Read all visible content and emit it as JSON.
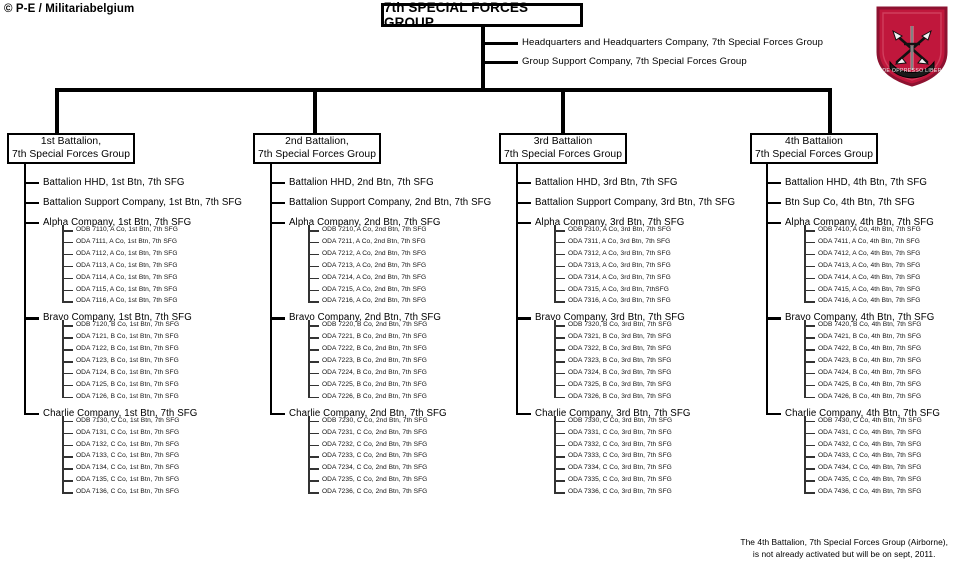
{
  "credit": "© P-E / Militariabelgium",
  "title": "7th SPECIAL FORCES GROUP",
  "group_units": [
    "Headquarters and Headquarters Company,  7th Special Forces Group",
    "Group Support Company,  7th Special Forces Group"
  ],
  "footnote": {
    "line1": "The 4th Battalion, 7th Special Forces Group (Airborne),",
    "line2": "is not already activated but will be on sept, 2011."
  },
  "insignia": {
    "name": "7th-special-forces-group-insignia",
    "shield_color": "#c0173c",
    "border_color": "#8d1230",
    "motto": "DE OPPRESSO LIBER"
  },
  "columns": [
    {
      "header_line1": "1st Battalion,",
      "header_line2": "7th Special Forces Group",
      "units": [
        {
          "label": "Battalion HHD, 1st Btn, 7th SFG",
          "detachments": []
        },
        {
          "label": "Battalion  Support Company, 1st Btn, 7th SFG",
          "detachments": []
        },
        {
          "label": "Alpha Company, 1st Btn, 7th SFG",
          "detachments": [
            "ODB 7110, A Co, 1st Btn, 7th SFG",
            "ODA 7111, A Co, 1st Btn, 7th SFG",
            "ODA 7112, A Co, 1st Btn, 7th SFG",
            "ODA 7113, A Co, 1st Btn, 7th SFG",
            "ODA 7114, A Co, 1st Btn, 7th SFG",
            "ODA 7115, A Co, 1st Btn, 7th SFG",
            "ODA 7116, A Co, 1st Btn, 7th SFG"
          ]
        },
        {
          "label": "Bravo Company, 1st Btn, 7th SFG",
          "detachments": [
            "ODB 7120, B Co, 1st Btn, 7th SFG",
            "ODA 7121, B Co, 1st Btn, 7th SFG",
            "ODA 7122, B Co, 1st Btn, 7th SFG",
            "ODA 7123, B Co, 1st Btn, 7th SFG",
            "ODA 7124, B Co, 1st Btn, 7th SFG",
            "ODA 7125, B Co, 1st Btn, 7th SFG",
            "ODA 7126, B Co, 1st Btn, 7th SFG"
          ]
        },
        {
          "label": "Charlie Company, 1st Btn, 7th SFG",
          "detachments": [
            "ODB 7130, C Co, 1st Btn, 7th SFG",
            "ODA 7131, C Co, 1st Btn, 7th SFG",
            "ODA 7132, C Co, 1st Btn, 7th SFG",
            "ODA 7133, C Co, 1st Btn, 7th SFG",
            "ODA 7134, C Co, 1st Btn, 7th SFG",
            "ODA 7135, C Co, 1st Btn, 7th SFG",
            "ODA 7136, C Co, 1st Btn, 7th SFG"
          ]
        }
      ]
    },
    {
      "header_line1": "2nd Battalion,",
      "header_line2": "7th Special Forces Group",
      "units": [
        {
          "label": "Battalion HHD, 2nd Btn, 7th SFG",
          "detachments": []
        },
        {
          "label": "Battalion  Support Company, 2nd Btn, 7th SFG",
          "detachments": []
        },
        {
          "label": "Alpha Company, 2nd Btn, 7th SFG",
          "detachments": [
            "ODB 7210, A Co, 2nd Btn, 7th SFG",
            "ODA 7211, A Co, 2nd Btn, 7th SFG",
            "ODA 7212, A Co, 2nd Btn, 7th SFG",
            "ODA 7213, A Co, 2nd Btn, 7th SFG",
            "ODA 7214, A Co, 2nd Btn, 7th SFG",
            "ODA 7215, A Co, 2nd Btn, 7th SFG",
            "ODA 7216, A Co, 2nd Btn, 7th SFG"
          ]
        },
        {
          "label": "Bravo Company, 2nd Btn, 7th SFG",
          "detachments": [
            "ODB 7220, B Co, 2nd Btn, 7th SFG",
            "ODA 7221, B Co, 2nd Btn, 7th SFG",
            "ODA 7222, B Co, 2nd Btn, 7th SFG",
            "ODA 7223, B Co, 2nd Btn, 7th SFG",
            "ODA 7224, B Co, 2nd Btn, 7th SFG",
            "ODA 7225, B Co, 2nd Btn, 7th SFG",
            "ODA 7226, B Co, 2nd Btn, 7th SFG"
          ]
        },
        {
          "label": "Charlie Company, 2nd Btn, 7th SFG",
          "detachments": [
            "ODB 7230, C Co, 2nd Btn, 7th SFG",
            "ODA 7231, C Co, 2nd Btn, 7th SFG",
            "ODA 7232, C Co, 2nd Btn, 7th SFG",
            "ODA 7233, C Co, 2nd Btn, 7th SFG",
            "ODA 7234, C Co, 2nd Btn, 7th SFG",
            "ODA 7235, C Co, 2nd Btn, 7th SFG",
            "ODA 7236, C Co, 2nd Btn, 7th SFG"
          ]
        }
      ]
    },
    {
      "header_line1": "3rd Battalion",
      "header_line2": "7th Special Forces Group",
      "units": [
        {
          "label": "Battalion HHD, 3rd Btn, 7th SFG",
          "detachments": []
        },
        {
          "label": "Battalion  Support Company, 3rd Btn,  7th SFG",
          "detachments": []
        },
        {
          "label": "Alpha Company, 3rd Btn, 7th SFG",
          "detachments": [
            "ODB 7310, A Co, 3rd Btn, 7th SFG",
            "ODA 7311, A Co, 3rd Btn, 7th SFG",
            "ODA 7312, A Co, 3rd Btn, 7th SFG",
            "ODA 7313, A Co, 3rd Btn, 7th SFG",
            "ODA 7314, A Co, 3rd Btn, 7th SFG",
            "ODA 7315, A Co, 3rd Btn, 7thSFG",
            "ODA 7316, A Co, 3rd Btn, 7th SFG"
          ]
        },
        {
          "label": "Bravo Company, 3rd Btn, 7th SFG",
          "detachments": [
            "ODB 7320, B Co, 3rd Btn, 7th SFG",
            "ODA 7321, B Co, 3rd Btn, 7th SFG",
            "ODA 7322, B Co, 3rd Btn, 7th SFG",
            "ODA 7323, B Co, 3rd Btn, 7th SFG",
            "ODA 7324, B Co, 3rd Btn, 7th SFG",
            "ODA 7325, B Co, 3rd Btn, 7th SFG",
            "ODA 7326, B Co, 3rd Btn, 7th SFG"
          ]
        },
        {
          "label": "Charlie Company, 3rd Btn, 7th SFG",
          "detachments": [
            "ODB 7330, C Co, 3rd Btn, 7th SFG",
            "ODA 7331, C Co, 3rd Btn, 7th SFG",
            "ODA 7332, C Co, 3rd Btn, 7th SFG",
            "ODA 7333, C Co, 3rd Btn, 7th SFG",
            "ODA 7334, C Co, 3rd Btn, 7th SFG",
            "ODA 7335, C Co, 3rd Btn, 7th SFG",
            "ODA 7336, C Co, 3rd Btn, 7th SFG"
          ]
        }
      ]
    },
    {
      "header_line1": "4th Battalion",
      "header_line2": "7th Special Forces Group",
      "units": [
        {
          "label": "Battalion HHD, 4th Btn, 7th SFG",
          "detachments": []
        },
        {
          "label": "Btn  Sup Co, 4th Btn, 7th SFG",
          "detachments": []
        },
        {
          "label": "Alpha Company, 4th Btn, 7th SFG",
          "detachments": [
            "ODB 7410, A Co, 4th Btn, 7th SFG",
            "ODA 7411, A Co, 4th Btn, 7th SFG",
            "ODA 7412, A Co, 4th Btn, 7th SFG",
            "ODA 7413, A Co, 4th Btn, 7th SFG",
            "ODA 7414, A Co, 4th Btn, 7th SFG",
            "ODA 7415, A Co, 4th Btn, 7th SFG",
            "ODA 7416, A Co, 4th Btn, 7th SFG"
          ]
        },
        {
          "label": "Bravo Company, 4th Btn, 7th SFG",
          "detachments": [
            "ODB 7420, B Co, 4th Btn, 7th SFG",
            "ODA 7421, B Co, 4th Btn, 7th SFG",
            "ODA 7422, B Co, 4th Btn, 7th SFG",
            "ODA 7423, B Co, 4th Btn, 7th SFG",
            "ODA 7424, B Co, 4th Btn, 7th SFG",
            "ODA 7425, B Co, 4th Btn, 7th SFG",
            "ODA 7426, B Co, 4th Btn, 7th SFG"
          ]
        },
        {
          "label": "Charlie Company, 4th Btn, 7th SFG",
          "detachments": [
            "ODB 7430, C Co, 4th Btn, 7th SFG",
            "ODA 7431, C Co, 4th Btn, 7th SFG",
            "ODA 7432, C Co, 4th Btn, 7th SFG",
            "ODA 7433, C Co, 4th Btn, 7th SFG",
            "ODA 7434, C Co, 4th Btn, 7th SFG",
            "ODA 7435, C Co, 4th Btn, 7th SFG",
            "ODA 7436, C Co, 4th Btn, 7th SFG"
          ]
        }
      ]
    }
  ]
}
